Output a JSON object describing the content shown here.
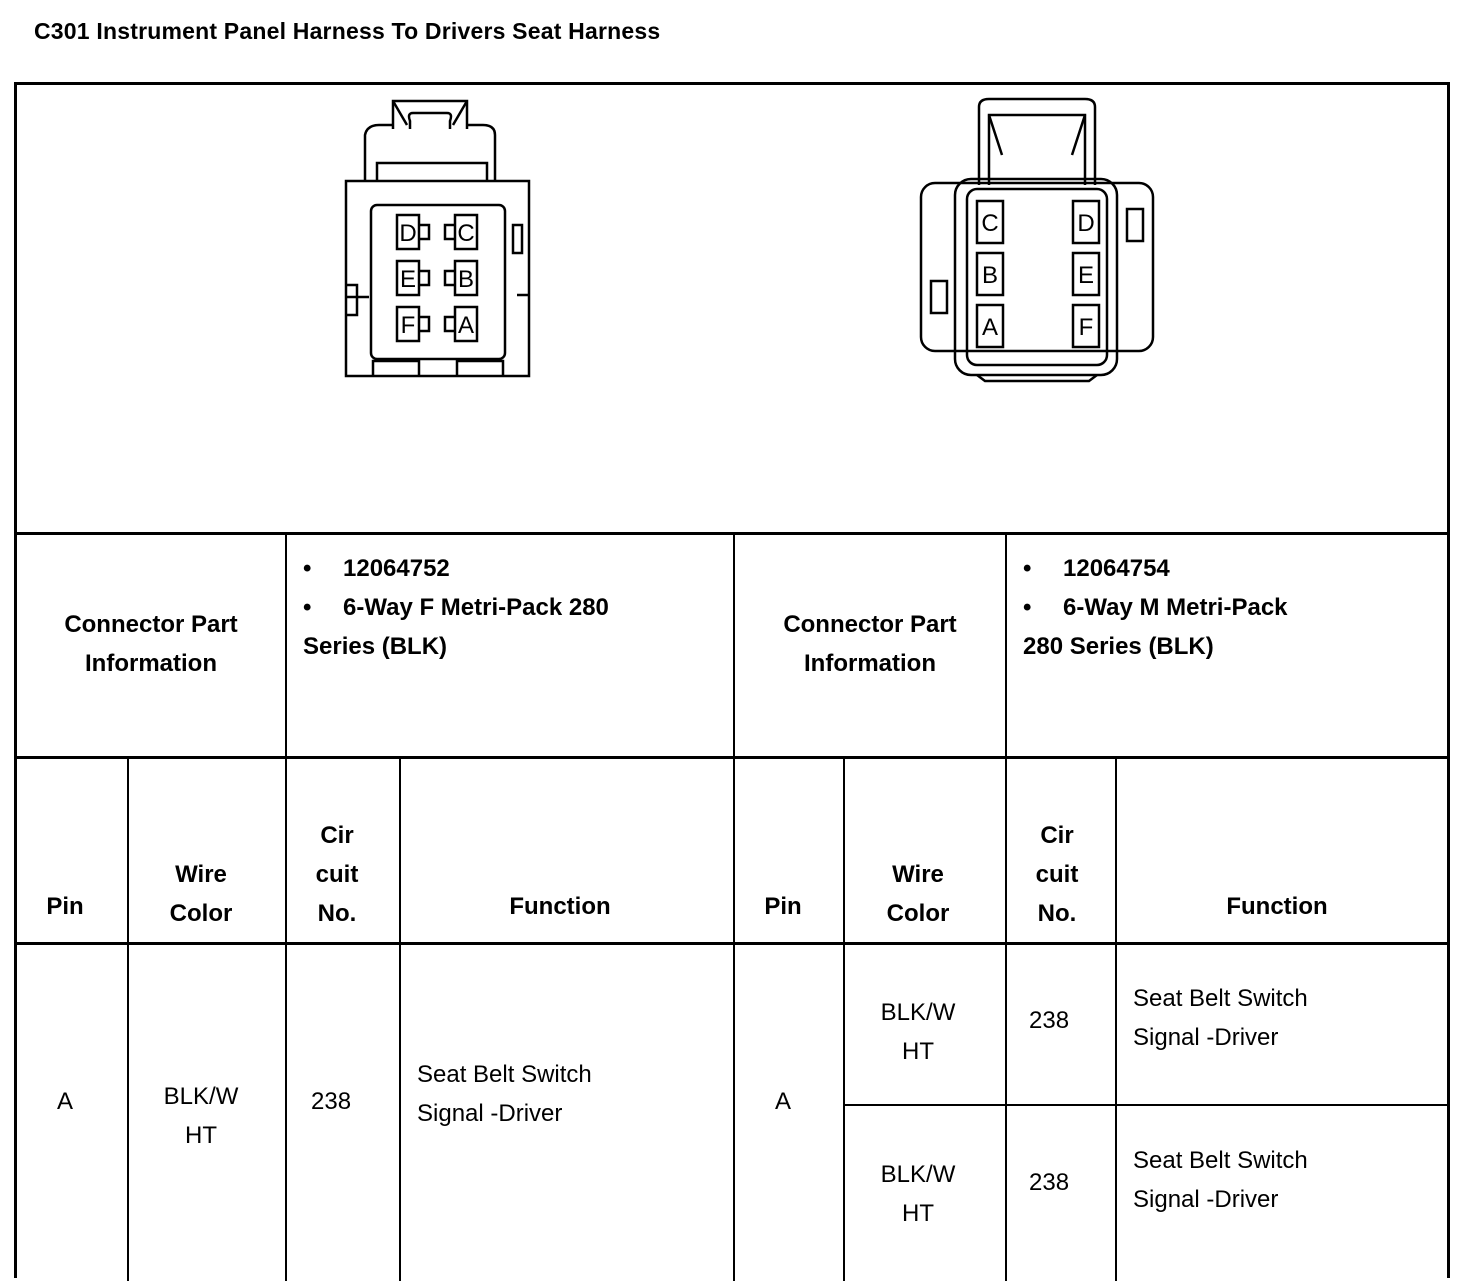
{
  "title": "C301 Instrument Panel Harness To Drivers Seat Harness",
  "left_connector": {
    "info_label": "Connector Part Information",
    "part_number": "12064752",
    "description_1": "6-Way F Metri-Pack 280",
    "description_2": "Series (BLK)",
    "cavities": [
      "D",
      "C",
      "E",
      "B",
      "F",
      "A"
    ]
  },
  "right_connector": {
    "info_label": "Connector Part Information",
    "part_number": "12064754",
    "description_1": "6-Way M Metri-Pack",
    "description_2": "280 Series (BLK)",
    "cavities": [
      "C",
      "D",
      "B",
      "E",
      "A",
      "F"
    ]
  },
  "headers": {
    "pin": "Pin",
    "wire_color": "Wire Color",
    "circuit": "Cir cuit No.",
    "function": "Function"
  },
  "left_rows": [
    {
      "pin": "A",
      "wire_color_1": "BLK/W",
      "wire_color_2": "HT",
      "circuit": "238",
      "function_1": "Seat Belt Switch",
      "function_2": "Signal -Driver"
    }
  ],
  "right_rows": [
    {
      "pin": "A",
      "sub": [
        {
          "wire_color_1": "BLK/W",
          "wire_color_2": "HT",
          "circuit": "238",
          "function_1": "Seat Belt Switch",
          "function_2": "Signal -Driver"
        },
        {
          "wire_color_1": "BLK/W",
          "wire_color_2": "HT",
          "circuit": "238",
          "function_1": "Seat Belt Switch",
          "function_2": "Signal -Driver"
        }
      ]
    }
  ],
  "cir_lines": [
    "Cir",
    "cuit",
    "No."
  ],
  "wire_lines": [
    "Wire",
    "Color"
  ],
  "info_lines": [
    "Connector Part",
    "Information"
  ]
}
